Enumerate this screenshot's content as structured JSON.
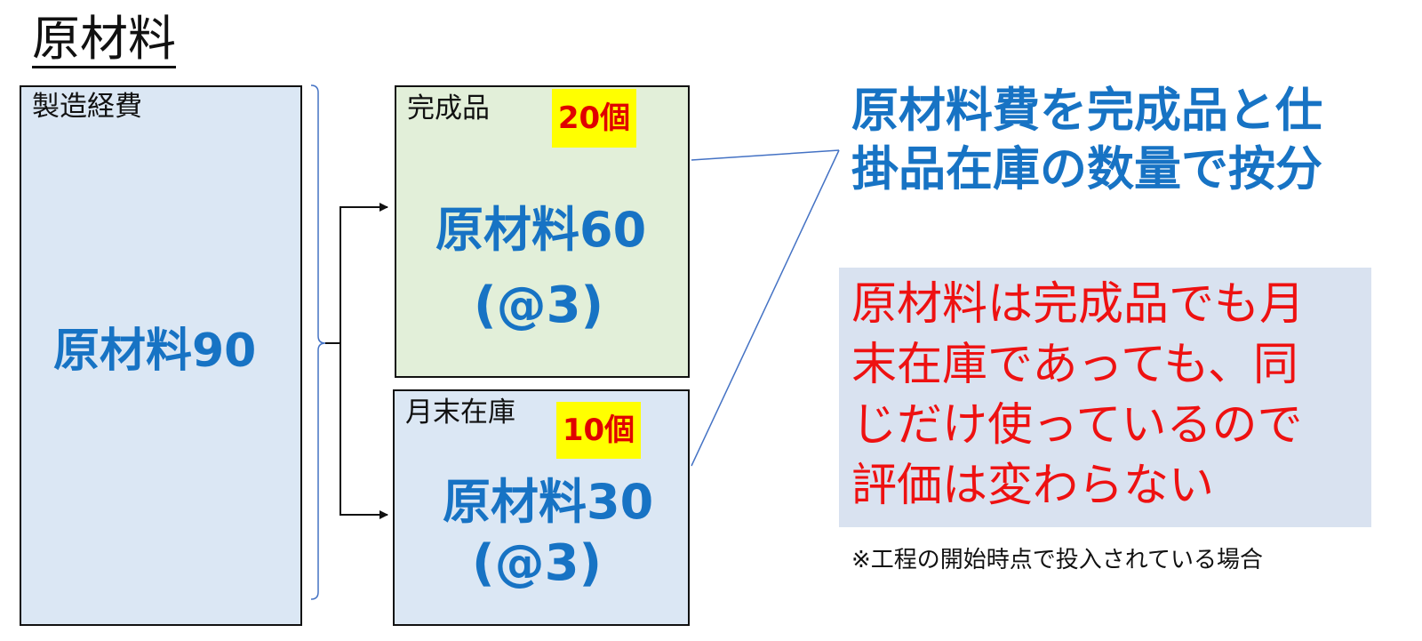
{
  "title": "原材料",
  "manufacturing": {
    "label": "製造経費",
    "content": "原材料90"
  },
  "finished_goods": {
    "label": "完成品",
    "badge": "20個",
    "content": "原材料60",
    "unit_price": "(@3)"
  },
  "ending_inventory": {
    "label": "月末在庫",
    "badge": "10個",
    "content": "原材料30",
    "unit_price": "(@3)"
  },
  "callout": {
    "line1": "原材料費を完成品と仕",
    "line2": "掛品在庫の数量で按分"
  },
  "note_panel": {
    "line1": "原材料は完成品でも月",
    "line2": "末在庫であっても、同",
    "line3": "じだけ使っているので",
    "line4": "評価は変わらない"
  },
  "footnote": "※工程の開始時点で投入されている場合",
  "colors": {
    "blue_text": "#1773c4",
    "red_text": "#ee1111",
    "badge_bg": "#ffff00",
    "mfg_box": "#dbe7f4",
    "finished_box": "#e2efd9",
    "panel_bg": "#d9e2f0"
  }
}
